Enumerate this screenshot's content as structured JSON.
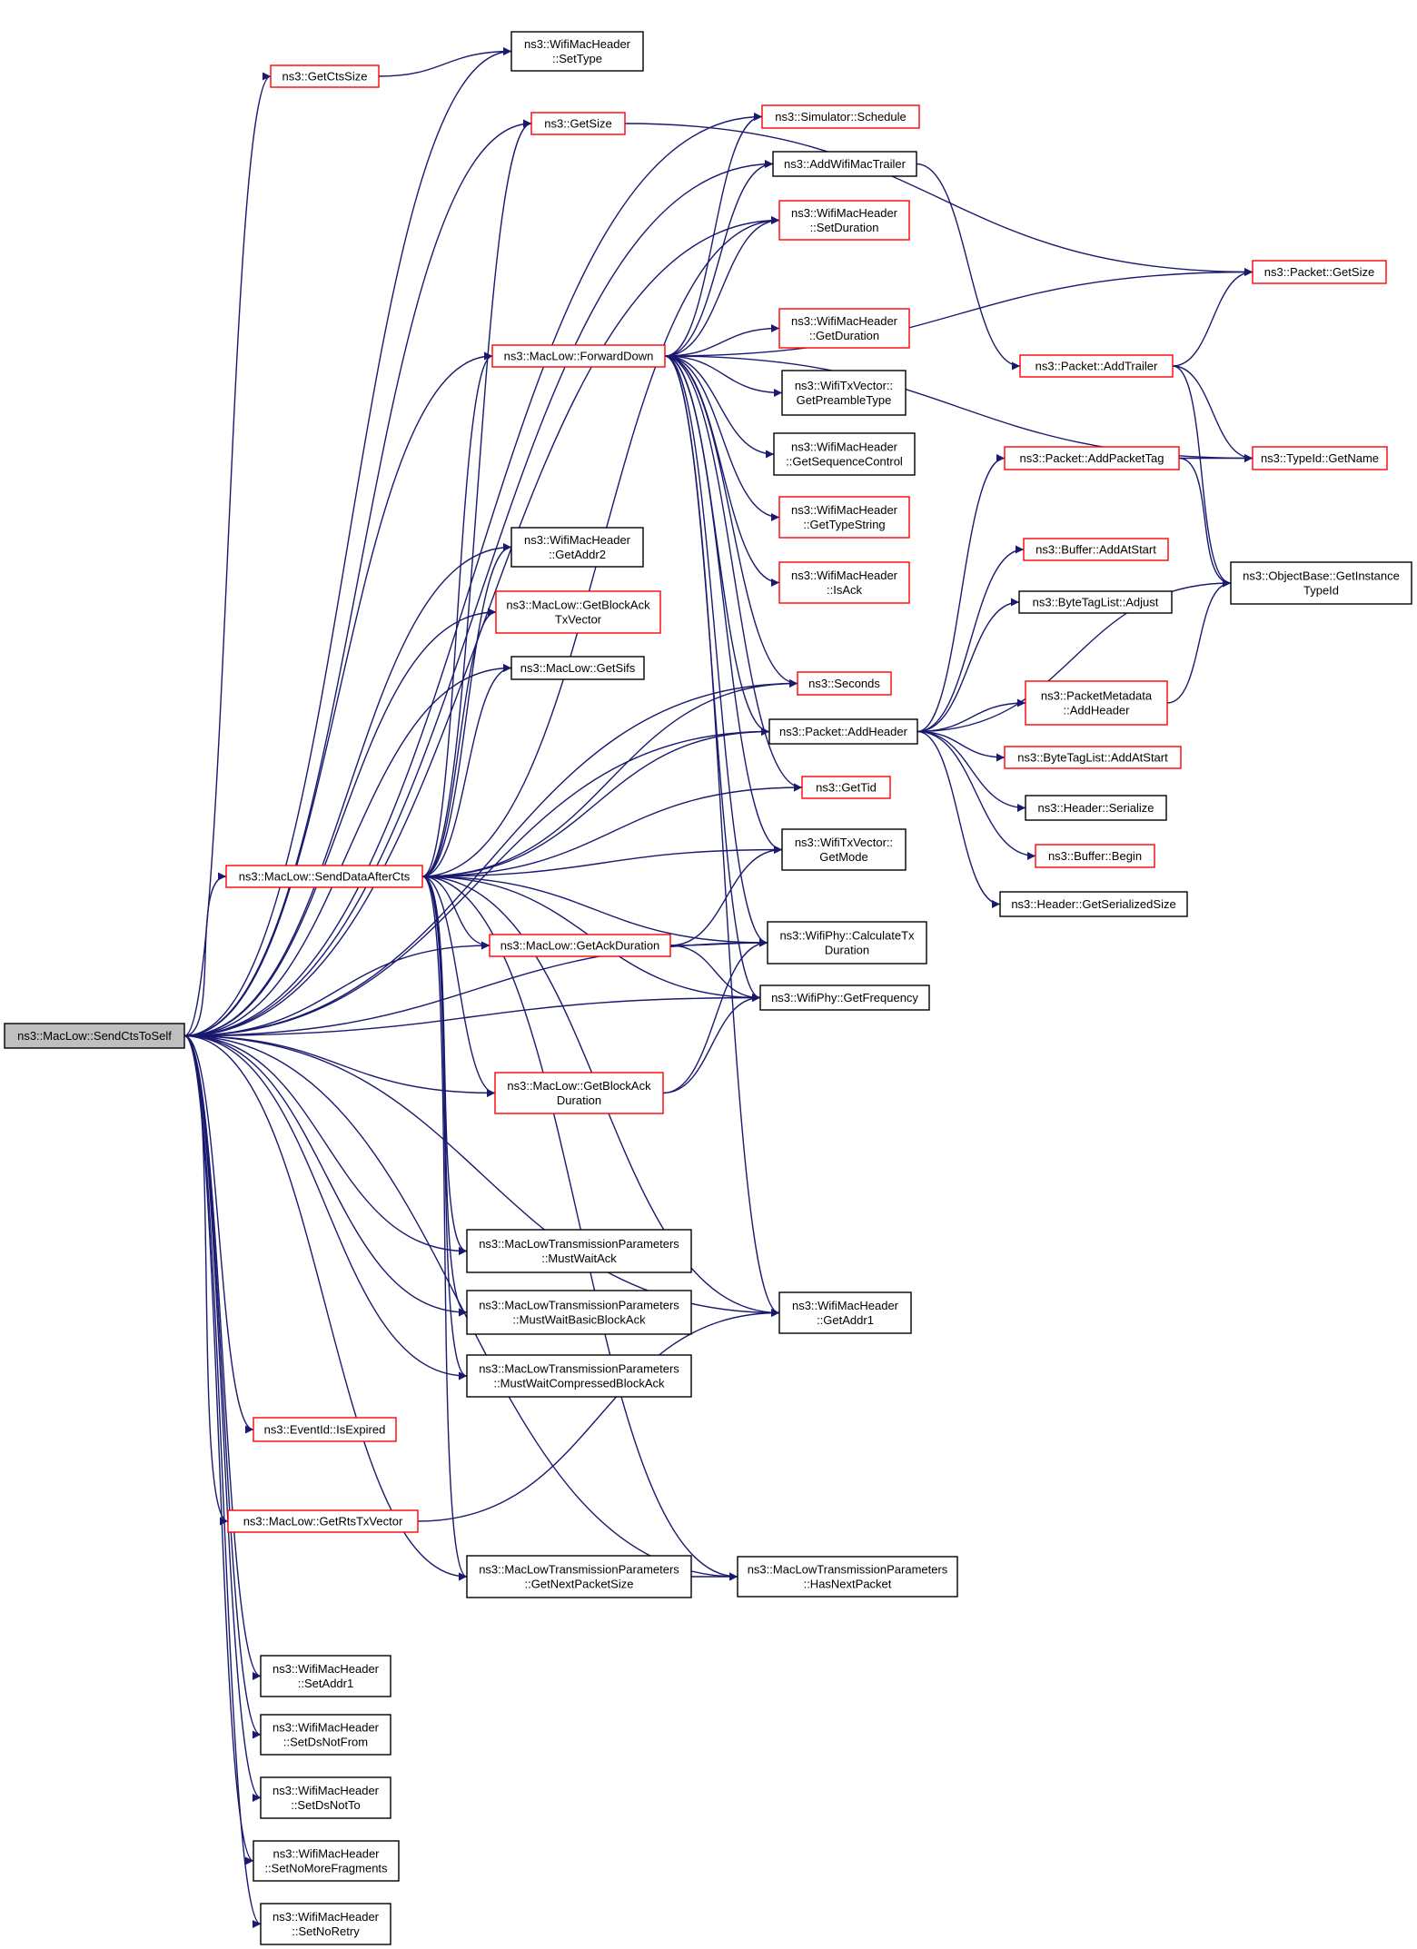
{
  "graph": {
    "root": "SendCtsToSelf",
    "nodes": [
      {
        "id": "SendCtsToSelf",
        "lines": [
          "ns3::MacLow::SendCtsToSelf"
        ],
        "style": "root"
      },
      {
        "id": "SetType",
        "lines": [
          "ns3::WifiMacHeader",
          "::SetType"
        ],
        "style": "black"
      },
      {
        "id": "GetCtsSize",
        "lines": [
          "ns3::GetCtsSize"
        ],
        "style": "red"
      },
      {
        "id": "GetSize",
        "lines": [
          "ns3::GetSize"
        ],
        "style": "red"
      },
      {
        "id": "Schedule",
        "lines": [
          "ns3::Simulator::Schedule"
        ],
        "style": "red"
      },
      {
        "id": "AddWifiMacTrailer",
        "lines": [
          "ns3::AddWifiMacTrailer"
        ],
        "style": "black"
      },
      {
        "id": "SetDuration",
        "lines": [
          "ns3::WifiMacHeader",
          "::SetDuration"
        ],
        "style": "red"
      },
      {
        "id": "PacketGetSize",
        "lines": [
          "ns3::Packet::GetSize"
        ],
        "style": "red"
      },
      {
        "id": "ForwardDown",
        "lines": [
          "ns3::MacLow::ForwardDown"
        ],
        "style": "red"
      },
      {
        "id": "GetDuration",
        "lines": [
          "ns3::WifiMacHeader",
          "::GetDuration"
        ],
        "style": "red"
      },
      {
        "id": "AddTrailer",
        "lines": [
          "ns3::Packet::AddTrailer"
        ],
        "style": "red"
      },
      {
        "id": "GetPreambleType",
        "lines": [
          "ns3::WifiTxVector::",
          "GetPreambleType"
        ],
        "style": "black"
      },
      {
        "id": "GetSequenceControl",
        "lines": [
          "ns3::WifiMacHeader",
          "::GetSequenceControl"
        ],
        "style": "black"
      },
      {
        "id": "AddPacketTag",
        "lines": [
          "ns3::Packet::AddPacketTag"
        ],
        "style": "red"
      },
      {
        "id": "TypeIdGetName",
        "lines": [
          "ns3::TypeId::GetName"
        ],
        "style": "red"
      },
      {
        "id": "GetTypeString",
        "lines": [
          "ns3::WifiMacHeader",
          "::GetTypeString"
        ],
        "style": "red"
      },
      {
        "id": "GetAddr2",
        "lines": [
          "ns3::WifiMacHeader",
          "::GetAddr2"
        ],
        "style": "black"
      },
      {
        "id": "BufferAddAtStart",
        "lines": [
          "ns3::Buffer::AddAtStart"
        ],
        "style": "red"
      },
      {
        "id": "IsAck",
        "lines": [
          "ns3::WifiMacHeader",
          "::IsAck"
        ],
        "style": "red"
      },
      {
        "id": "GetInstanceTypeId",
        "lines": [
          "ns3::ObjectBase::GetInstance",
          "TypeId"
        ],
        "style": "black"
      },
      {
        "id": "GetBlockAckTxVector",
        "lines": [
          "ns3::MacLow::GetBlockAck",
          "TxVector"
        ],
        "style": "red"
      },
      {
        "id": "ByteTagListAdjust",
        "lines": [
          "ns3::ByteTagList::Adjust"
        ],
        "style": "black"
      },
      {
        "id": "GetSifs",
        "lines": [
          "ns3::MacLow::GetSifs"
        ],
        "style": "black"
      },
      {
        "id": "Seconds",
        "lines": [
          "ns3::Seconds"
        ],
        "style": "red"
      },
      {
        "id": "PacketMetadataAddHeader",
        "lines": [
          "ns3::PacketMetadata",
          "::AddHeader"
        ],
        "style": "red"
      },
      {
        "id": "PacketAddHeader",
        "lines": [
          "ns3::Packet::AddHeader"
        ],
        "style": "black"
      },
      {
        "id": "ByteTagListAddAtStart",
        "lines": [
          "ns3::ByteTagList::AddAtStart"
        ],
        "style": "red"
      },
      {
        "id": "GetTid",
        "lines": [
          "ns3::GetTid"
        ],
        "style": "red"
      },
      {
        "id": "HeaderSerialize",
        "lines": [
          "ns3::Header::Serialize"
        ],
        "style": "black"
      },
      {
        "id": "GetMode",
        "lines": [
          "ns3::WifiTxVector::",
          "GetMode"
        ],
        "style": "black"
      },
      {
        "id": "SendDataAfterCts",
        "lines": [
          "ns3::MacLow::SendDataAfterCts"
        ],
        "style": "red"
      },
      {
        "id": "BufferBegin",
        "lines": [
          "ns3::Buffer::Begin"
        ],
        "style": "red"
      },
      {
        "id": "GetSerializedSize",
        "lines": [
          "ns3::Header::GetSerializedSize"
        ],
        "style": "black"
      },
      {
        "id": "GetAckDuration",
        "lines": [
          "ns3::MacLow::GetAckDuration"
        ],
        "style": "red"
      },
      {
        "id": "CalculateTxDuration",
        "lines": [
          "ns3::WifiPhy::CalculateTx",
          "Duration"
        ],
        "style": "black"
      },
      {
        "id": "GetFrequency",
        "lines": [
          "ns3::WifiPhy::GetFrequency"
        ],
        "style": "black"
      },
      {
        "id": "GetBlockAckDuration",
        "lines": [
          "ns3::MacLow::GetBlockAck",
          "Duration"
        ],
        "style": "red"
      },
      {
        "id": "MustWaitAck",
        "lines": [
          "ns3::MacLowTransmissionParameters",
          "::MustWaitAck"
        ],
        "style": "black"
      },
      {
        "id": "GetAddr1",
        "lines": [
          "ns3::WifiMacHeader",
          "::GetAddr1"
        ],
        "style": "black"
      },
      {
        "id": "MustWaitBasicBlockAck",
        "lines": [
          "ns3::MacLowTransmissionParameters",
          "::MustWaitBasicBlockAck"
        ],
        "style": "black"
      },
      {
        "id": "MustWaitCompressedBlockAck",
        "lines": [
          "ns3::MacLowTransmissionParameters",
          "::MustWaitCompressedBlockAck"
        ],
        "style": "black"
      },
      {
        "id": "IsExpired",
        "lines": [
          "ns3::EventId::IsExpired"
        ],
        "style": "red"
      },
      {
        "id": "GetRtsTxVector",
        "lines": [
          "ns3::MacLow::GetRtsTxVector"
        ],
        "style": "red"
      },
      {
        "id": "GetNextPacketSize",
        "lines": [
          "ns3::MacLowTransmissionParameters",
          "::GetNextPacketSize"
        ],
        "style": "black"
      },
      {
        "id": "HasNextPacket",
        "lines": [
          "ns3::MacLowTransmissionParameters",
          "::HasNextPacket"
        ],
        "style": "black"
      },
      {
        "id": "SetAddr1",
        "lines": [
          "ns3::WifiMacHeader",
          "::SetAddr1"
        ],
        "style": "black"
      },
      {
        "id": "SetDsNotFrom",
        "lines": [
          "ns3::WifiMacHeader",
          "::SetDsNotFrom"
        ],
        "style": "black"
      },
      {
        "id": "SetDsNotTo",
        "lines": [
          "ns3::WifiMacHeader",
          "::SetDsNotTo"
        ],
        "style": "black"
      },
      {
        "id": "SetNoMoreFragments",
        "lines": [
          "ns3::WifiMacHeader",
          "::SetNoMoreFragments"
        ],
        "style": "black"
      },
      {
        "id": "SetNoRetry",
        "lines": [
          "ns3::WifiMacHeader",
          "::SetNoRetry"
        ],
        "style": "black"
      }
    ],
    "edges": [
      [
        "SendCtsToSelf",
        "SetType"
      ],
      [
        "SendCtsToSelf",
        "GetCtsSize"
      ],
      [
        "SendCtsToSelf",
        "GetSize"
      ],
      [
        "SendCtsToSelf",
        "Schedule"
      ],
      [
        "SendCtsToSelf",
        "AddWifiMacTrailer"
      ],
      [
        "SendCtsToSelf",
        "SetDuration"
      ],
      [
        "SendCtsToSelf",
        "ForwardDown"
      ],
      [
        "SendCtsToSelf",
        "GetAddr2"
      ],
      [
        "SendCtsToSelf",
        "GetBlockAckTxVector"
      ],
      [
        "SendCtsToSelf",
        "GetSifs"
      ],
      [
        "SendCtsToSelf",
        "Seconds"
      ],
      [
        "SendCtsToSelf",
        "PacketAddHeader"
      ],
      [
        "SendCtsToSelf",
        "SendDataAfterCts"
      ],
      [
        "SendCtsToSelf",
        "GetAckDuration"
      ],
      [
        "SendCtsToSelf",
        "CalculateTxDuration"
      ],
      [
        "SendCtsToSelf",
        "GetBlockAckDuration"
      ],
      [
        "SendCtsToSelf",
        "MustWaitAck"
      ],
      [
        "SendCtsToSelf",
        "MustWaitBasicBlockAck"
      ],
      [
        "SendCtsToSelf",
        "MustWaitCompressedBlockAck"
      ],
      [
        "SendCtsToSelf",
        "IsExpired"
      ],
      [
        "SendCtsToSelf",
        "GetFrequency"
      ],
      [
        "SendCtsToSelf",
        "GetAddr1"
      ],
      [
        "SendCtsToSelf",
        "GetRtsTxVector"
      ],
      [
        "SendCtsToSelf",
        "GetNextPacketSize"
      ],
      [
        "SendCtsToSelf",
        "HasNextPacket"
      ],
      [
        "SendCtsToSelf",
        "SetAddr1"
      ],
      [
        "SendCtsToSelf",
        "SetDsNotFrom"
      ],
      [
        "SendCtsToSelf",
        "SetDsNotTo"
      ],
      [
        "SendCtsToSelf",
        "SetNoMoreFragments"
      ],
      [
        "SendCtsToSelf",
        "SetNoRetry"
      ],
      [
        "GetCtsSize",
        "SetType"
      ],
      [
        "GetSize",
        "PacketGetSize"
      ],
      [
        "ForwardDown",
        "Schedule"
      ],
      [
        "ForwardDown",
        "AddWifiMacTrailer"
      ],
      [
        "ForwardDown",
        "SetDuration"
      ],
      [
        "ForwardDown",
        "PacketGetSize"
      ],
      [
        "ForwardDown",
        "GetDuration"
      ],
      [
        "ForwardDown",
        "GetPreambleType"
      ],
      [
        "ForwardDown",
        "GetSequenceControl"
      ],
      [
        "ForwardDown",
        "GetTypeString"
      ],
      [
        "ForwardDown",
        "IsAck"
      ],
      [
        "ForwardDown",
        "Seconds"
      ],
      [
        "ForwardDown",
        "PacketAddHeader"
      ],
      [
        "ForwardDown",
        "GetTid"
      ],
      [
        "ForwardDown",
        "GetMode"
      ],
      [
        "ForwardDown",
        "CalculateTxDuration"
      ],
      [
        "ForwardDown",
        "GetFrequency"
      ],
      [
        "ForwardDown",
        "GetAddr1"
      ],
      [
        "ForwardDown",
        "TypeIdGetName"
      ],
      [
        "AddWifiMacTrailer",
        "AddTrailer"
      ],
      [
        "AddTrailer",
        "PacketGetSize"
      ],
      [
        "AddTrailer",
        "TypeIdGetName"
      ],
      [
        "AddTrailer",
        "GetInstanceTypeId"
      ],
      [
        "AddPacketTag",
        "TypeIdGetName"
      ],
      [
        "AddPacketTag",
        "GetInstanceTypeId"
      ],
      [
        "PacketAddHeader",
        "AddPacketTag"
      ],
      [
        "PacketAddHeader",
        "BufferAddAtStart"
      ],
      [
        "PacketAddHeader",
        "ByteTagListAdjust"
      ],
      [
        "PacketAddHeader",
        "GetInstanceTypeId"
      ],
      [
        "PacketAddHeader",
        "PacketMetadataAddHeader"
      ],
      [
        "PacketAddHeader",
        "ByteTagListAddAtStart"
      ],
      [
        "PacketAddHeader",
        "HeaderSerialize"
      ],
      [
        "PacketAddHeader",
        "BufferBegin"
      ],
      [
        "PacketAddHeader",
        "GetSerializedSize"
      ],
      [
        "PacketMetadataAddHeader",
        "GetInstanceTypeId"
      ],
      [
        "SendDataAfterCts",
        "GetSize"
      ],
      [
        "SendDataAfterCts",
        "SetDuration"
      ],
      [
        "SendDataAfterCts",
        "ForwardDown"
      ],
      [
        "SendDataAfterCts",
        "GetAddr2"
      ],
      [
        "SendDataAfterCts",
        "GetBlockAckTxVector"
      ],
      [
        "SendDataAfterCts",
        "GetSifs"
      ],
      [
        "SendDataAfterCts",
        "Seconds"
      ],
      [
        "SendDataAfterCts",
        "PacketAddHeader"
      ],
      [
        "SendDataAfterCts",
        "GetTid"
      ],
      [
        "SendDataAfterCts",
        "GetMode"
      ],
      [
        "SendDataAfterCts",
        "GetAckDuration"
      ],
      [
        "SendDataAfterCts",
        "CalculateTxDuration"
      ],
      [
        "SendDataAfterCts",
        "GetFrequency"
      ],
      [
        "SendDataAfterCts",
        "GetBlockAckDuration"
      ],
      [
        "SendDataAfterCts",
        "MustWaitAck"
      ],
      [
        "SendDataAfterCts",
        "MustWaitBasicBlockAck"
      ],
      [
        "SendDataAfterCts",
        "MustWaitCompressedBlockAck"
      ],
      [
        "SendDataAfterCts",
        "GetAddr1"
      ],
      [
        "SendDataAfterCts",
        "GetNextPacketSize"
      ],
      [
        "SendDataAfterCts",
        "HasNextPacket"
      ],
      [
        "GetAckDuration",
        "GetMode"
      ],
      [
        "GetAckDuration",
        "CalculateTxDuration"
      ],
      [
        "GetAckDuration",
        "GetFrequency"
      ],
      [
        "GetBlockAckDuration",
        "CalculateTxDuration"
      ],
      [
        "GetBlockAckDuration",
        "GetFrequency"
      ],
      [
        "GetRtsTxVector",
        "GetAddr1"
      ],
      [
        "GetNextPacketSize",
        "HasNextPacket"
      ]
    ]
  }
}
